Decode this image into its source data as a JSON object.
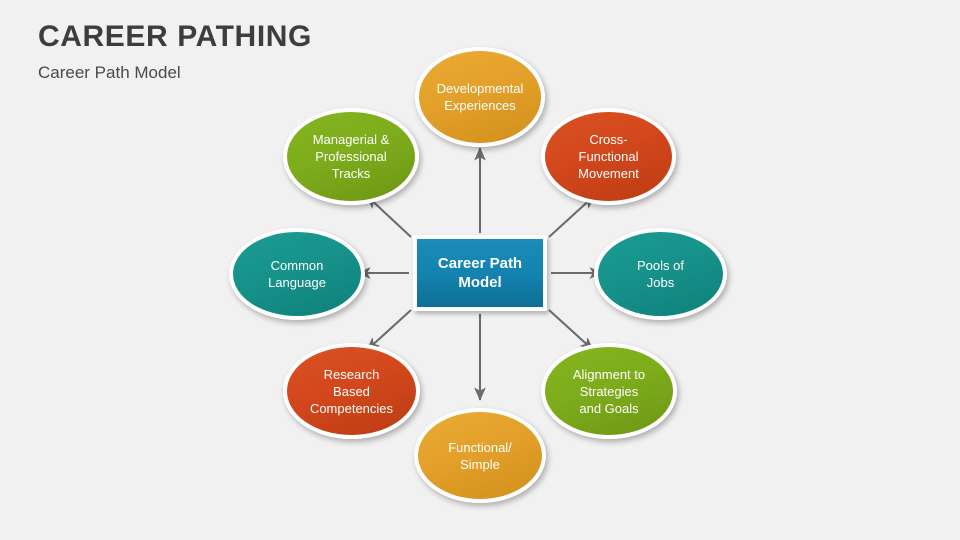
{
  "header": {
    "title": "CAREER PATHING",
    "subtitle": "Career Path Model"
  },
  "diagram": {
    "type": "hub-and-spoke",
    "center": {
      "label": "Career Path\nModel",
      "color": "#1481ae",
      "shape": "rectangle"
    },
    "nodes": [
      {
        "id": "developmental-experiences",
        "label": "Developmental\nExperiences",
        "color": "#e3a02a",
        "position": "top",
        "shape": "ellipse"
      },
      {
        "id": "cross-functional-movement",
        "label": "Cross-\nFunctional\nMovement",
        "color": "#d2471c",
        "position": "top-right",
        "shape": "ellipse"
      },
      {
        "id": "pools-of-jobs",
        "label": "Pools of\nJobs",
        "color": "#16928a",
        "position": "right",
        "shape": "ellipse"
      },
      {
        "id": "alignment-to-strategies-and-goals",
        "label": "Alignment to\nStrategies\nand Goals",
        "color": "#7dac1c",
        "position": "bottom-right",
        "shape": "ellipse"
      },
      {
        "id": "functional-simple",
        "label": "Functional/\nSimple",
        "color": "#e3a02a",
        "position": "bottom",
        "shape": "ellipse"
      },
      {
        "id": "research-based-competencies",
        "label": "Research\nBased\nCompetencies",
        "color": "#d2471c",
        "position": "bottom-left",
        "shape": "ellipse"
      },
      {
        "id": "common-language",
        "label": "Common\nLanguage",
        "color": "#16928a",
        "position": "left",
        "shape": "ellipse"
      },
      {
        "id": "managerial-professional-tracks",
        "label": "Managerial &\nProfessional\nTracks",
        "color": "#7dac1c",
        "position": "top-left",
        "shape": "ellipse"
      }
    ],
    "connector_color": "#6b6b6b",
    "background_color": "#f1f1f1"
  }
}
